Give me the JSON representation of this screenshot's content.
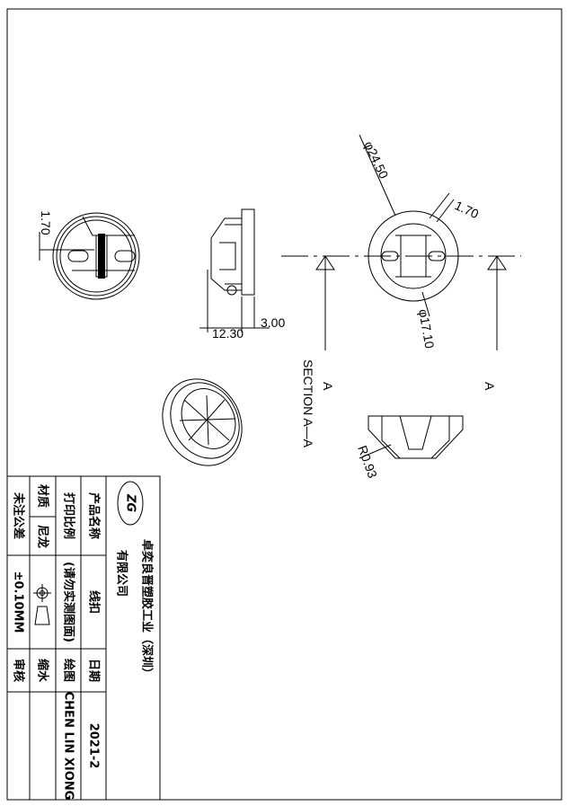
{
  "title_block": {
    "company": "卓奕良晋塑胶工业（深圳）",
    "company_line2": "有限公司",
    "logo_text": "ZG",
    "rows": [
      {
        "label": "产品名称",
        "value": "线扣",
        "label2": "日期",
        "value2": "2021-2"
      },
      {
        "label": "打印比例",
        "value": "(请勿实测图面)",
        "label2": "绘图",
        "value2": "CHEN LIN XIONG"
      },
      {
        "label": "材质",
        "value": "尼龙",
        "label2": "缩水",
        "value2": ""
      },
      {
        "label": "未注公差",
        "value": "±0.10MM",
        "label2": "审核",
        "value2": ""
      }
    ]
  },
  "dimensions": {
    "front_gap": "1.70",
    "side_length": "12.30",
    "side_flange": "3.00",
    "outer_diameter": "φ24.50",
    "inner_diameter": "φ17.10",
    "slot_width": "1.70",
    "radius": "R0.93"
  },
  "labels": {
    "section_title": "SECTION  A—A",
    "cut_left": "A",
    "cut_right": "A"
  }
}
